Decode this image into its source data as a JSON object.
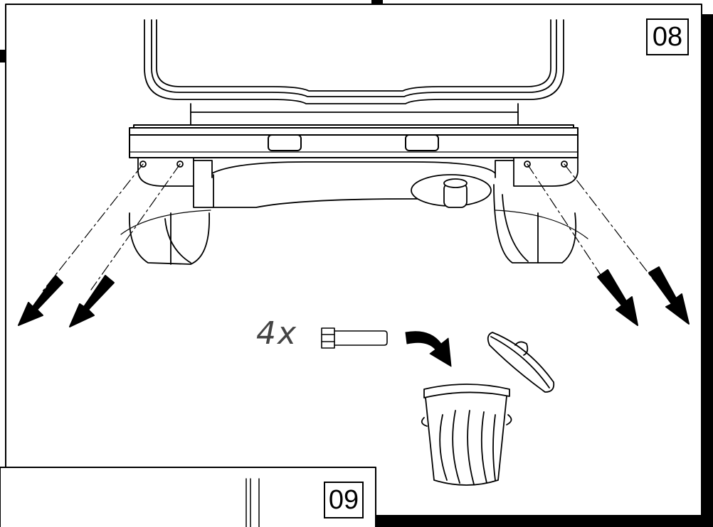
{
  "panels": {
    "step_08": "08",
    "step_09": "09"
  },
  "callout": {
    "quantity": "4x"
  },
  "icons": [
    "bolt-icon",
    "arrow-icon",
    "trash-bin-icon"
  ]
}
